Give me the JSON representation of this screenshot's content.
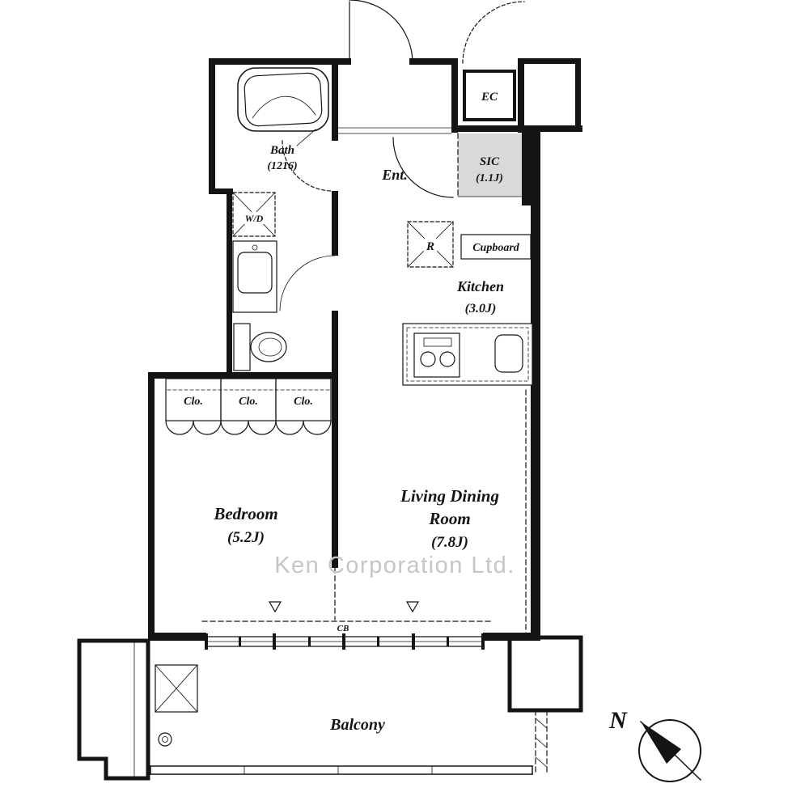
{
  "rooms": {
    "bath": {
      "label": "Bath",
      "size": "(1216)"
    },
    "entrance": {
      "label": "Ent."
    },
    "ec": {
      "label": "EC"
    },
    "sic": {
      "label": "SIC",
      "size": "(1.1J)"
    },
    "kitchen": {
      "label": "Kitchen",
      "size": "(3.0J)"
    },
    "bedroom": {
      "label": "Bedroom",
      "size": "(5.2J)"
    },
    "living_dining": {
      "label_line1": "Living Dining",
      "label_line2": "Room",
      "size": "(7.8J)"
    },
    "balcony": {
      "label": "Balcony"
    }
  },
  "fixtures": {
    "washer_dryer": {
      "label": "W/D"
    },
    "refrigerator": {
      "label": "R"
    },
    "cupboard": {
      "label": "Cupboard"
    },
    "closets": [
      {
        "label": "Clo."
      },
      {
        "label": "Clo."
      },
      {
        "label": "Clo."
      }
    ],
    "ceiling_beam": {
      "label": "CB"
    }
  },
  "compass": {
    "north_label": "N"
  },
  "watermark": {
    "label": "Ken Corporation Ltd."
  },
  "colors": {
    "wall": "#141414",
    "fixture_fill": "#d9d9d9",
    "watermark": "#c6c6c6",
    "background": "#ffffff"
  }
}
